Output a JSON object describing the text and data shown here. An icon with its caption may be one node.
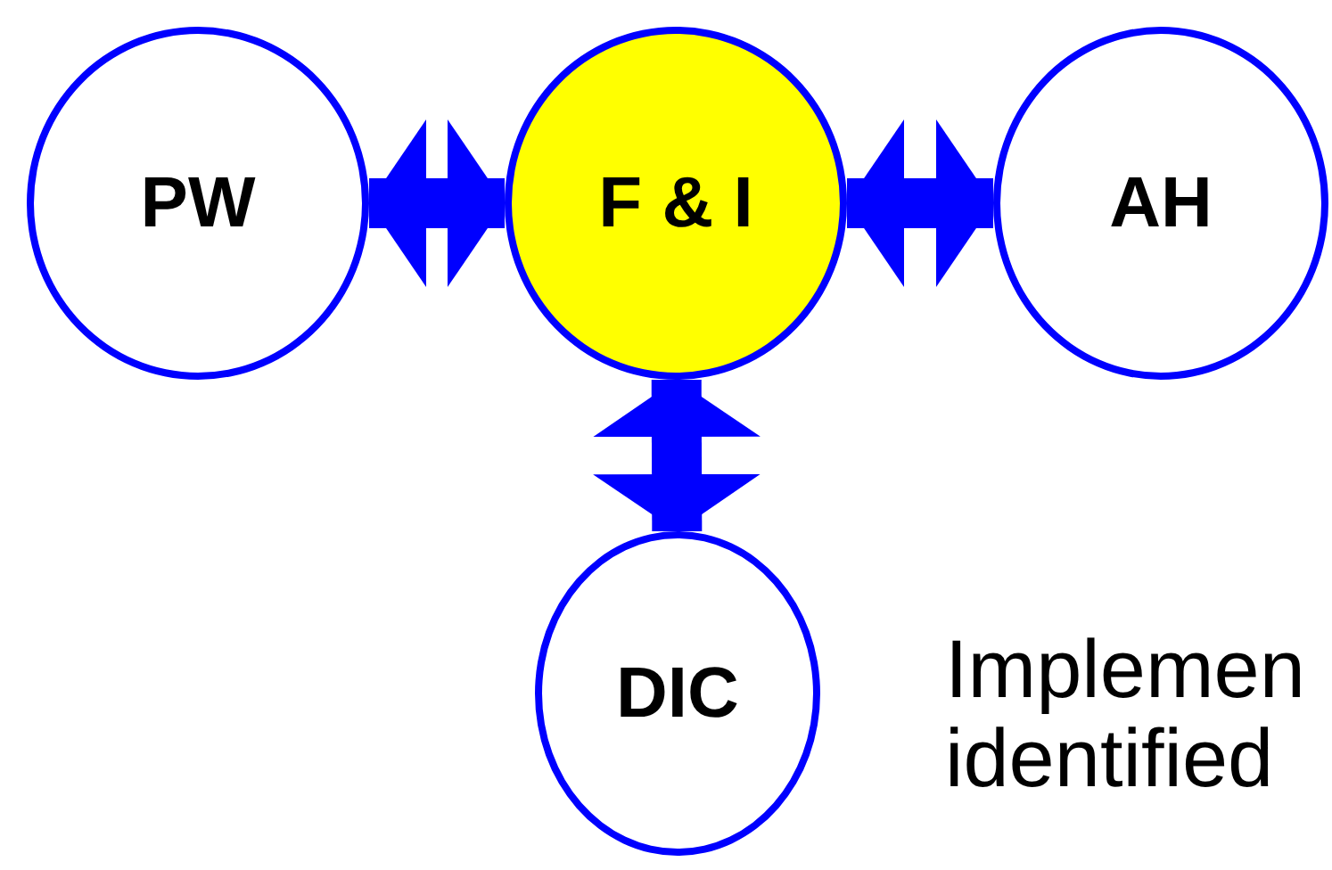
{
  "diagram": {
    "nodes": [
      {
        "text": [
          "PW"
        ]
      },
      {
        "text": [
          "F & I"
        ]
      },
      {
        "text": [
          "AH"
        ]
      },
      {
        "text": [
          "DIC"
        ]
      }
    ],
    "edges": [
      {
        "from": 0,
        "to": 1,
        "arrow": "both"
      },
      {
        "from": 1,
        "to": 2,
        "arrow": "both"
      },
      {
        "from": 1,
        "to": 3,
        "arrow": "both"
      }
    ],
    "labels": [
      "Implemen identified"
    ]
  }
}
